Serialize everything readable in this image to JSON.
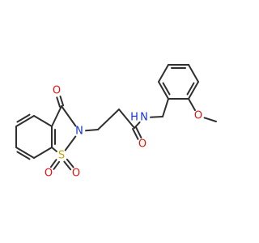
{
  "molecule": {
    "atoms": {
      "O1": {
        "label": "O",
        "color": "#e8120c"
      },
      "O2": {
        "label": "O",
        "color": "#e8120c"
      },
      "N1": {
        "label": "N",
        "color": "#1433e0"
      },
      "N2": {
        "label": "N",
        "color": "#1433e0"
      },
      "H": {
        "label": "H",
        "color": "#1433e0"
      },
      "S": {
        "label": "S",
        "color": "#c5a800"
      },
      "OS1": {
        "label": "O",
        "color": "#e8120c"
      },
      "OS2": {
        "label": "O",
        "color": "#e8120c"
      },
      "OM": {
        "label": "O",
        "color": "#e8120c"
      }
    },
    "bond_color": "#2f2f2f"
  }
}
